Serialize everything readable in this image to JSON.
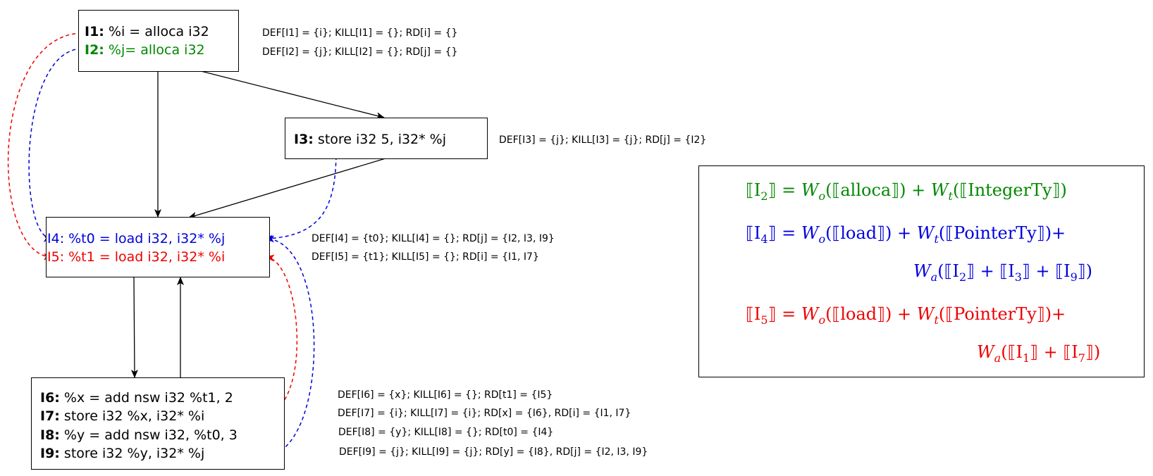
{
  "colors": {
    "green": "#008800",
    "blue": "#0000dd",
    "red": "#ee0000",
    "black": "#000000"
  },
  "instructions": {
    "I1": {
      "label": "I1:",
      "code": " %i = alloca i32"
    },
    "I2": {
      "label": "I2:",
      "code": " %j= alloca i32"
    },
    "I3": {
      "label": "I3:",
      "code": " store i32 5, i32* %j"
    },
    "I4": {
      "label": "I4:",
      "code": " %t0 = load i32, i32* %j"
    },
    "I5": {
      "label": "I5:",
      "code": " %t1 = load i32, i32* %i"
    },
    "I6": {
      "label": "I6:",
      "code": " %x = add nsw i32 %t1, 2"
    },
    "I7": {
      "label": "I7:",
      "code": " store i32 %x, i32* %i"
    },
    "I8": {
      "label": "I8:",
      "code": " %y = add nsw i32, %t0, 3"
    },
    "I9": {
      "label": "I9:",
      "code": " store i32 %y, i32* %j"
    }
  },
  "annotations": {
    "I1": "DEF[I1] = {i}; KILL[I1] = {}; RD[i] = {}",
    "I2": "DEF[I2] = {j}; KILL[I2] = {}; RD[j] = {}",
    "I3": "DEF[I3] = {j}; KILL[I3] = {j}; RD[j] = {I2}",
    "I4": "DEF[I4] = {t0}; KILL[I4] = {}; RD[j] = {I2, I3, I9}",
    "I5": "DEF[I5] = {t1}; KILL[I5] = {}; RD[i] = {I1, I7}",
    "I6": "DEF[I6] = {x}; KILL[I6] = {}; RD[t1] = {I5}",
    "I7": "DEF[I7] = {i}; KILL[I7] = {i}; RD[x] = {I6}, RD[i] = {I1, I7}",
    "I8": "DEF[I8] = {y}; KILL[I8] = {}; RD[t0] = {I4}",
    "I9": "DEF[I9] = {j}; KILL[I9] = {j}; RD[y] = {I8}, RD[j] = {I2, I3, I9}"
  },
  "equations": {
    "eq_i2": {
      "lhs": "I",
      "lhs_sub": "2",
      "wo": "W",
      "wo_sub": "o",
      "op": "alloca",
      "wt": "W",
      "wt_sub": "t",
      "ty": "IntegerTy"
    },
    "eq_i4": {
      "lhs": "I",
      "lhs_sub": "4",
      "wo": "W",
      "wo_sub": "o",
      "op": "load",
      "wt": "W",
      "wt_sub": "t",
      "ty": "PointerTy",
      "wa": "W",
      "wa_sub": "a",
      "args": [
        {
          "n": "I",
          "s": "2"
        },
        {
          "n": "I",
          "s": "3"
        },
        {
          "n": "I",
          "s": "9"
        }
      ]
    },
    "eq_i5": {
      "lhs": "I",
      "lhs_sub": "5",
      "wo": "W",
      "wo_sub": "o",
      "op": "load",
      "wt": "W",
      "wt_sub": "t",
      "ty": "PointerTy",
      "wa": "W",
      "wa_sub": "a",
      "args": [
        {
          "n": "I",
          "s": "1"
        },
        {
          "n": "I",
          "s": "7"
        }
      ]
    }
  }
}
